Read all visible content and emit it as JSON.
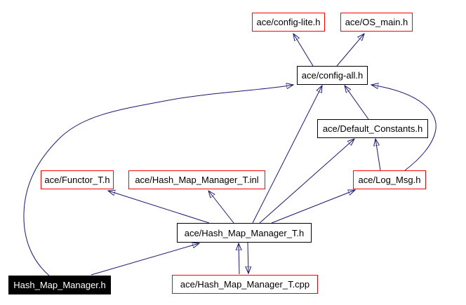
{
  "graph": {
    "type": "include-dependency-graph",
    "background_color": "#ffffff",
    "edge_color": "#191970",
    "node_border_color_external": "#ff0000",
    "node_border_color_internal": "#000000",
    "root_node_background": "#000000",
    "root_node_text_color": "#ffffff",
    "nodes": {
      "config_lite": {
        "label": "ace/config-lite.h"
      },
      "os_main": {
        "label": "ace/OS_main.h"
      },
      "config_all": {
        "label": "ace/config-all.h"
      },
      "default_constants": {
        "label": "ace/Default_Constants.h"
      },
      "functor_t": {
        "label": "ace/Functor_T.h"
      },
      "hash_map_manager_t_inl": {
        "label": "ace/Hash_Map_Manager_T.inl"
      },
      "log_msg": {
        "label": "ace/Log_Msg.h"
      },
      "hash_map_manager_t_h": {
        "label": "ace/Hash_Map_Manager_T.h"
      },
      "root": {
        "label": "Hash_Map_Manager.h"
      },
      "hash_map_manager_t_cpp": {
        "label": "ace/Hash_Map_Manager_T.cpp"
      }
    },
    "edges": [
      {
        "from": "ace/config-all.h",
        "to": "ace/config-lite.h"
      },
      {
        "from": "ace/config-all.h",
        "to": "ace/OS_main.h"
      },
      {
        "from": "ace/Default_Constants.h",
        "to": "ace/config-all.h"
      },
      {
        "from": "ace/Log_Msg.h",
        "to": "ace/config-all.h"
      },
      {
        "from": "ace/Log_Msg.h",
        "to": "ace/Default_Constants.h"
      },
      {
        "from": "ace/Hash_Map_Manager_T.h",
        "to": "ace/config-all.h"
      },
      {
        "from": "ace/Hash_Map_Manager_T.h",
        "to": "ace/Default_Constants.h"
      },
      {
        "from": "ace/Hash_Map_Manager_T.h",
        "to": "ace/Log_Msg.h"
      },
      {
        "from": "ace/Hash_Map_Manager_T.h",
        "to": "ace/Functor_T.h"
      },
      {
        "from": "ace/Hash_Map_Manager_T.h",
        "to": "ace/Hash_Map_Manager_T.inl"
      },
      {
        "from": "ace/Hash_Map_Manager_T.h",
        "to": "ace/Hash_Map_Manager_T.cpp"
      },
      {
        "from": "ace/Hash_Map_Manager_T.cpp",
        "to": "ace/Hash_Map_Manager_T.h"
      },
      {
        "from": "Hash_Map_Manager.h",
        "to": "ace/config-all.h"
      },
      {
        "from": "Hash_Map_Manager.h",
        "to": "ace/Hash_Map_Manager_T.h"
      }
    ]
  }
}
